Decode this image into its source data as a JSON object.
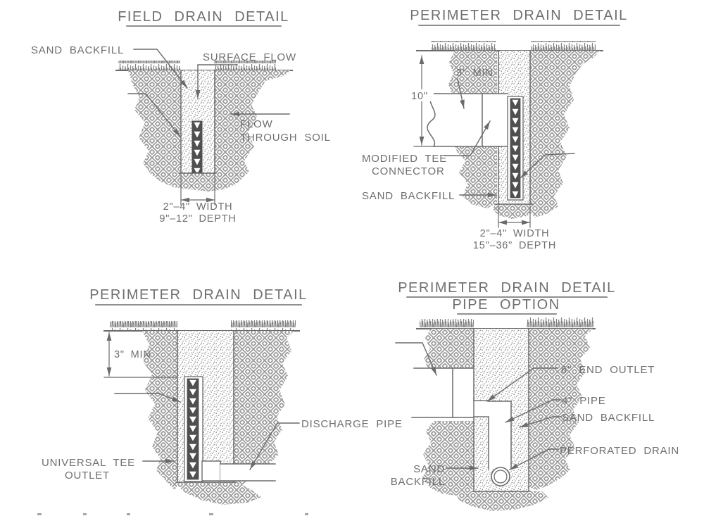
{
  "colors": {
    "line": "#6b6b6b",
    "text": "#6f6f6f",
    "drain_core": "#4f4f4f",
    "soil_hatch": "#9b9b9b",
    "sand_dots": "#8e8e8e",
    "grass": "#828282",
    "background": "#ffffff"
  },
  "panels": {
    "field_drain": {
      "title": "FIELD DRAIN DETAIL",
      "sand_backfill": "SAND BACKFILL",
      "surface_flow": "SURFACE FLOW",
      "flow_line1": "FLOW",
      "flow_line2": "THROUGH SOIL",
      "width_dim": "2\"–4\" WIDTH",
      "depth_dim": "9\"–12\" DEPTH"
    },
    "perimeter_top": {
      "title": "PERIMETER DRAIN DETAIL",
      "cover_dim": "3\" MIN",
      "pipe_dim": "10\"",
      "tee_line1": "MODIFIED TEE",
      "tee_line2": "CONNECTOR",
      "sand_backfill": "SAND BACKFILL",
      "width_dim": "2\"–4\" WIDTH",
      "depth_dim": "15\"–36\" DEPTH"
    },
    "perimeter_bottom": {
      "title": "PERIMETER DRAIN DETAIL",
      "cover_dim": "3\" MIN",
      "tee_line1": "UNIVERSAL TEE",
      "tee_line2": "OUTLET",
      "discharge": "DISCHARGE PIPE"
    },
    "pipe_option": {
      "title_line1": "PERIMETER DRAIN DETAIL",
      "title_line2": "PIPE OPTION",
      "end_outlet": "6\" END OUTLET",
      "pipe": "4\" PIPE",
      "sand_backfill_right": "SAND BACKFILL",
      "perforated": "PERFORATED DRAIN",
      "sand_left_line1": "SAND",
      "sand_left_line2": "BACKFILL"
    }
  }
}
